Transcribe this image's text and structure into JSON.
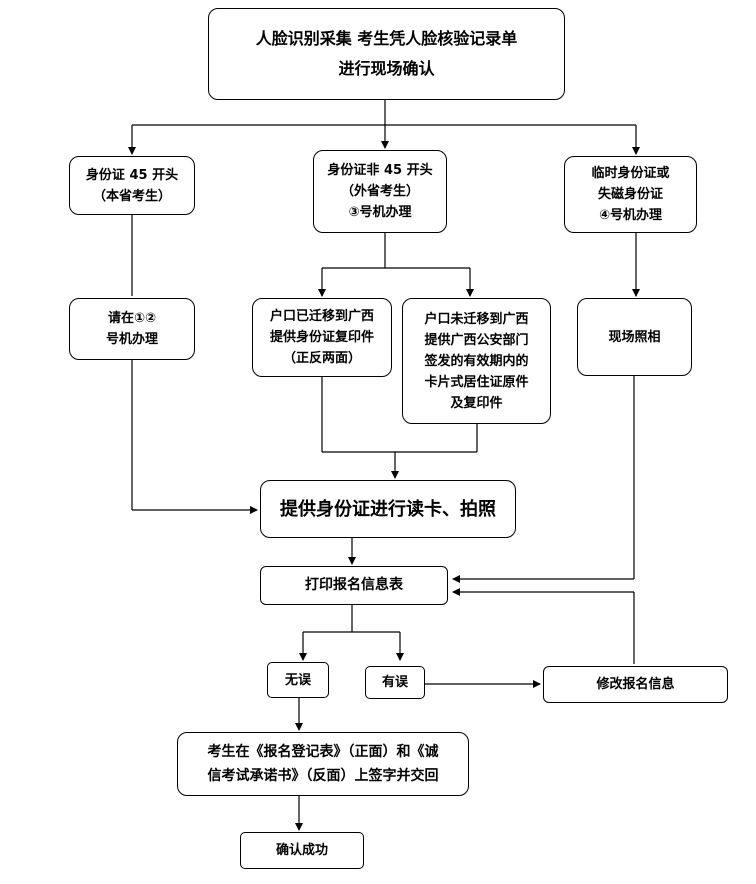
{
  "nodes": {
    "start": {
      "lines": [
        "人脸识别采集    考生凭人脸核验记录单",
        "进行现场确认"
      ]
    },
    "id45": {
      "lines": [
        "身份证 45 开头",
        "（本省考生）"
      ]
    },
    "idnon45": {
      "lines": [
        "身份证非 45 开头",
        "（外省考生）",
        "③号机办理"
      ]
    },
    "temp_id": {
      "lines": [
        "临时身份证或",
        "失磁身份证",
        "④号机办理"
      ]
    },
    "window12": {
      "lines": [
        "请在①②",
        "号机办理"
      ]
    },
    "moved": {
      "lines": [
        "户口已迁移到广西",
        "提供身份证复印件",
        "（正反两面）"
      ]
    },
    "not_moved": {
      "lines": [
        "户口未迁移到广西",
        "提供广西公安部门",
        "签发的有效期内的",
        "卡片式居住证原件",
        "及复印件"
      ]
    },
    "photo_onsite": {
      "lines": [
        "现场照相"
      ]
    },
    "read_card": {
      "lines": [
        "提供身份证进行读卡、拍照"
      ]
    },
    "print": {
      "lines": [
        "打印报名信息表"
      ]
    },
    "no_error": {
      "lines": [
        "无误"
      ]
    },
    "has_error": {
      "lines": [
        "有误"
      ]
    },
    "modify": {
      "lines": [
        "修改报名信息"
      ]
    },
    "sign": {
      "lines": [
        "考生在《报名登记表》（正面）和《诚",
        "信考试承诺书》（反面）上签字并交回"
      ]
    },
    "success": {
      "lines": [
        "确认成功"
      ]
    }
  }
}
